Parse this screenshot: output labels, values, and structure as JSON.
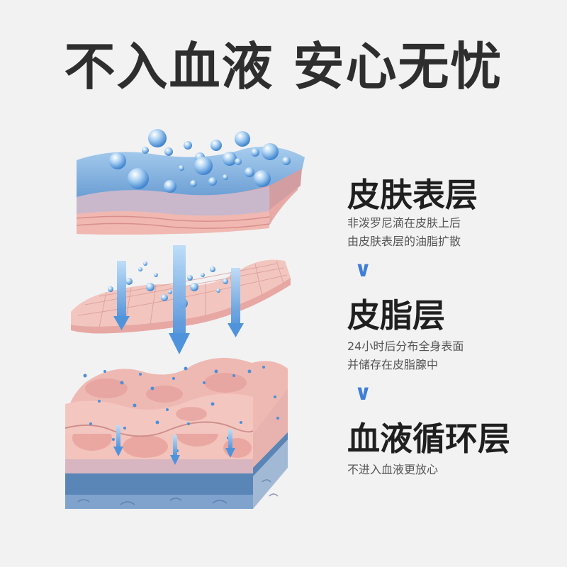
{
  "headline": "不入血液 安心无忧",
  "layers": [
    {
      "title": "皮肤表层",
      "desc_line1": "非泼罗尼滴在皮肤上后",
      "desc_line2": "由皮肤表层的油脂扩散"
    },
    {
      "title": "皮脂层",
      "desc_line1": "24小时后分布全身表面",
      "desc_line2": "并储存在皮脂腺中"
    },
    {
      "title": "血液循环层",
      "desc_line1": "不进入血液更放心"
    }
  ],
  "chevron_glyph": "∨",
  "colors": {
    "accent_blue": "#3f7fd6",
    "skin_pink": "#f3c4bc",
    "blood_blue": "#5b86b8"
  }
}
